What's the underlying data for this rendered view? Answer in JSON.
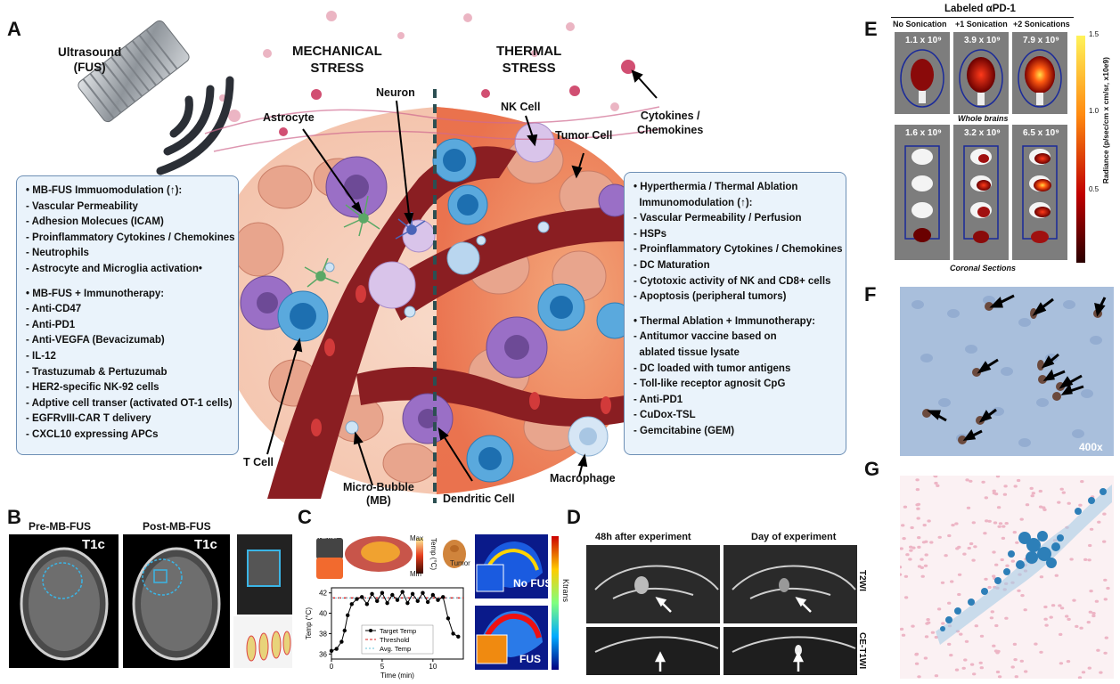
{
  "panels": {
    "a": "A",
    "b": "B",
    "c": "C",
    "d": "D",
    "e": "E",
    "f": "F",
    "g": "G"
  },
  "panelA": {
    "ultrasound": [
      "Ultrasound",
      "(FUS)"
    ],
    "mechanical": [
      "MECHANICAL",
      "STRESS"
    ],
    "thermal": [
      "THERMAL",
      "STRESS"
    ],
    "labels": {
      "astrocyte": "Astrocyte",
      "neuron": "Neuron",
      "nk": "NK Cell",
      "tumor": "Tumor Cell",
      "cytokines": [
        "Cytokines /",
        "Chemokines"
      ],
      "tcell": "T Cell",
      "microbubble": [
        "Micro-Bubble",
        "(MB)"
      ],
      "dendritic": "Dendritic Cell",
      "macrophage": "Macrophage"
    },
    "leftBox": [
      "• MB-FUS Immuomodulation (↑):",
      "- Vascular Permeability",
      "- Adhesion Molecues (ICAM)",
      "- Proinflammatory Cytokines / Chemokines",
      "- Neutrophils",
      "- Astrocyte and Microglia activation•",
      "",
      "• MB-FUS + Immunotherapy:",
      "- Anti-CD47",
      "- Anti-PD1",
      "- Anti-VEGFA (Bevacizumab)",
      "- IL-12",
      "- Trastuzumab & Pertuzumab",
      "- HER2-specific NK-92 cells",
      "- Adptive cell transer (activated OT-1 cells)",
      "- EGFRvIII-CAR T delivery",
      "- CXCL10 expressing APCs"
    ],
    "rightBox": [
      "• Hyperthermia / Thermal Ablation",
      "  Immunomodulation (↑):",
      "- Vascular Permeability / Perfusion",
      "- HSPs",
      "- Proinflammatory Cytokines / Chemokines",
      "- DC Maturation",
      "- Cytotoxic activity of NK and CD8+ cells",
      "- Apoptosis (peripheral tumors)",
      "",
      "• Thermal Ablation + Immunotherapy:",
      "- Antitumor vaccine based on",
      "  ablated tissue lysate",
      "- DC loaded with tumor antigens",
      "- Toll-like receptor agnosit CpG",
      "- Anti-PD1",
      "- CuDox-TSL",
      "- Gemcitabine (GEM)"
    ]
  },
  "panelB": {
    "pre": "Pre-MB-FUS",
    "post": "Post-MB-FUS",
    "t1c": "T1c"
  },
  "panelC": {
    "tumor": "Tumor",
    "max": "Max",
    "min": "Min",
    "temp": "Temp (°C)",
    "ylabel": "Temp (°C)",
    "xlabel": "Time (min)",
    "legend": [
      "Target Temp",
      "Threshold",
      "Avg. Temp"
    ],
    "nofus": "No FUS",
    "fus": "FUS",
    "ktrans": "Ktrans"
  },
  "panelD": {
    "col1": "48h after experiment",
    "col2": "Day of experiment",
    "row1": "T2WI",
    "row2": "CE-T1WI"
  },
  "panelE": {
    "title": "Labeled αPD-1",
    "cols": [
      "No Sonication",
      "+1 Sonication",
      "+2 Sonications"
    ],
    "row1": [
      "1.1 x 10⁹",
      "3.9 x 10⁹",
      "7.9 x 10⁹"
    ],
    "row2": [
      "1.6 x 10⁹",
      "3.2 x 10⁹",
      "6.5 x 10⁹"
    ],
    "whole": "Whole brains",
    "coronal": "Coronal Sections",
    "cbar": "Radiance (p/sec/cm x cm/sr, x10e9)",
    "cbarTicks": [
      "1.5",
      "1.0",
      "0.5"
    ]
  },
  "panelF": {
    "mag": "400x"
  },
  "chart_data": {
    "type": "line",
    "xlabel": "Time (min)",
    "ylabel": "Temp (°C)",
    "xlim": [
      0,
      13
    ],
    "ylim": [
      35.5,
      42.5
    ],
    "xticks": [
      0,
      5,
      10
    ],
    "yticks": [
      36,
      38,
      40,
      42
    ],
    "series": [
      {
        "name": "Target Temp",
        "x": [
          0,
          0.5,
          1,
          1.3,
          1.6,
          2,
          2.5,
          3,
          3.5,
          4,
          4.5,
          5,
          5.5,
          6,
          6.5,
          7,
          7.5,
          8,
          8.5,
          9,
          9.5,
          10,
          10.5,
          11,
          11.5,
          12,
          12.5
        ],
        "values": [
          36.3,
          36.5,
          37.2,
          38.3,
          39.8,
          40.9,
          41.4,
          41.6,
          40.9,
          41.9,
          41.2,
          42.0,
          41.0,
          41.8,
          41.3,
          42.1,
          41.0,
          41.9,
          41.2,
          42.0,
          41.1,
          41.8,
          41.3,
          41.6,
          39.5,
          38.0,
          37.7
        ]
      },
      {
        "name": "Threshold",
        "x": [
          0,
          13
        ],
        "values": [
          41.5,
          41.5
        ]
      },
      {
        "name": "Avg. Temp",
        "x": [
          0,
          13
        ],
        "values": [
          41.5,
          41.5
        ]
      }
    ]
  }
}
